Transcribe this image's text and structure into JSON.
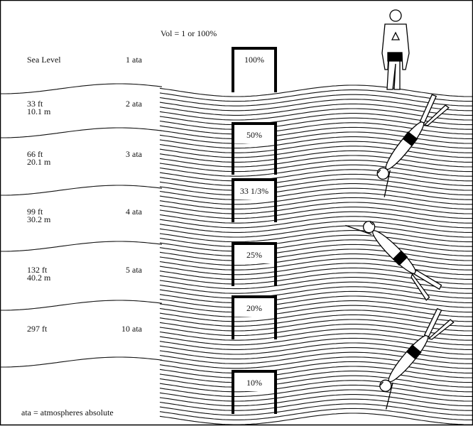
{
  "title": "Vol = 1 or 100%",
  "legend": "ata = atmospheres absolute",
  "levels": [
    {
      "depth": "Sea Level",
      "depth_m": "",
      "pressure": "1 ata",
      "volume": "100%"
    },
    {
      "depth": "33 ft",
      "depth_m": "10.1 m",
      "pressure": "2 ata",
      "volume": "50%"
    },
    {
      "depth": "66 ft",
      "depth_m": "20.1 m",
      "pressure": "3 ata",
      "volume": "33 1/3%"
    },
    {
      "depth": "99 ft",
      "depth_m": "30.2 m",
      "pressure": "4 ata",
      "volume": "25%"
    },
    {
      "depth": "132 ft",
      "depth_m": "40.2 m",
      "pressure": "5 ata",
      "volume": "20%"
    },
    {
      "depth": "297 ft",
      "depth_m": "",
      "pressure": "10 ata",
      "volume": "10%"
    }
  ]
}
